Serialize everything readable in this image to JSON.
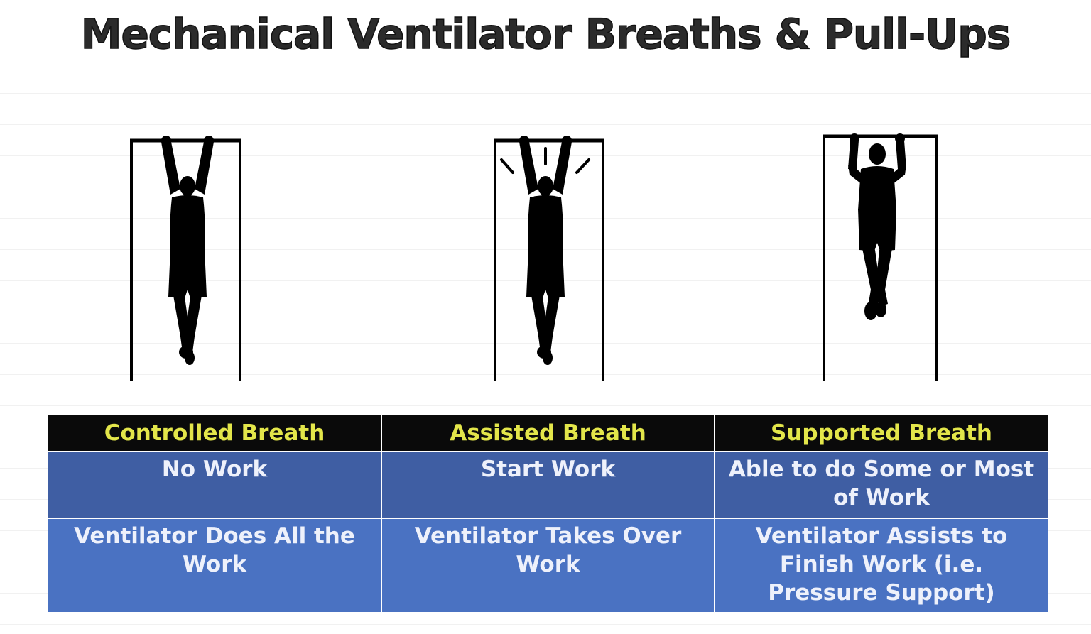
{
  "title": "Mechanical Ventilator Breaths & Pull-Ups",
  "columns": [
    {
      "header": "Controlled Breath",
      "row1": "No Work",
      "row2": "Ventilator Does All the Work",
      "figure": "hanging-person-icon"
    },
    {
      "header": "Assisted Breath",
      "row1": "Start Work",
      "row2": "Ventilator Takes Over Work",
      "figure": "hanging-person-starting-pull-icon"
    },
    {
      "header": "Supported Breath",
      "row1": "Able to do Some or Most of Work",
      "row2": "Ventilator Assists to Finish Work (i.e. Pressure Support)",
      "figure": "person-doing-pull-up-icon"
    }
  ],
  "colors": {
    "header_bg": "#0a0a0a",
    "header_text": "#e3e64a",
    "row1_bg": "#3f5ea3",
    "row2_bg": "#4a72c2",
    "cell_text": "#eef1fb"
  }
}
